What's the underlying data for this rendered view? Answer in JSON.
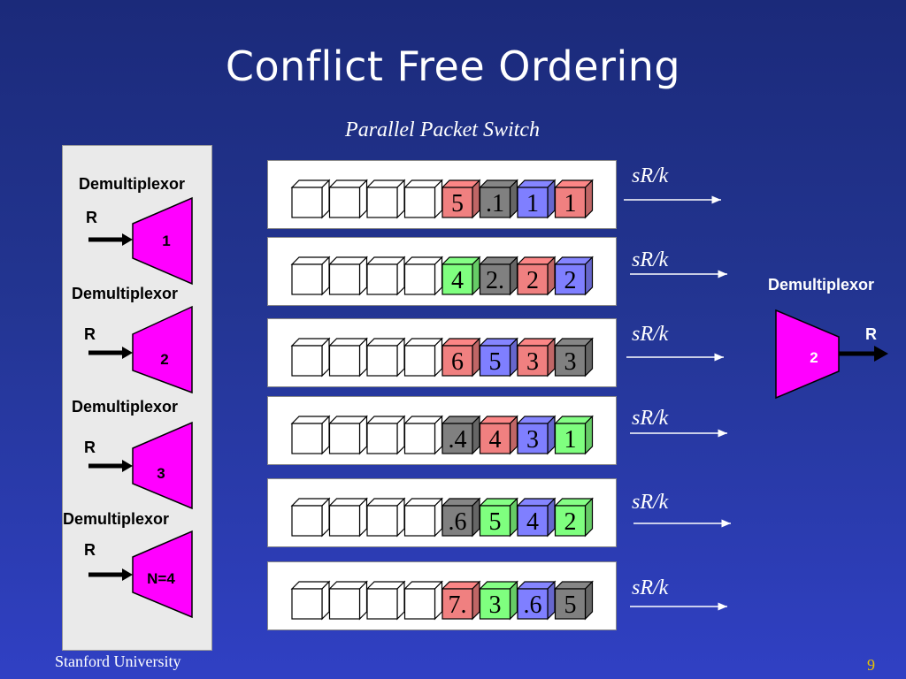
{
  "title": "Conflict Free Ordering",
  "subtitle": "Parallel Packet Switch",
  "footer": {
    "institution": "Stanford University",
    "page_number": "9"
  },
  "input_demux": [
    {
      "label": "Demultiplexor",
      "rate": "R",
      "number": "1"
    },
    {
      "label": "Demultiplexor",
      "rate": "R",
      "number": "2"
    },
    {
      "label": "Demultiplexor",
      "rate": "R",
      "number": "3"
    },
    {
      "label": "Demultiplexor",
      "rate": "R",
      "number": "N=4"
    }
  ],
  "output_demux": {
    "label": "Demultiplexor",
    "rate": "R",
    "number": "2"
  },
  "colors": {
    "red": "#f08080",
    "gray": "#808080",
    "blue": "#7f7fff",
    "green": "#7fff7f",
    "magenta": "#ff00ff"
  },
  "queues": [
    {
      "rate": "sR/k",
      "cells": [
        {
          "text": "5",
          "color": "red"
        },
        {
          "text": ".1",
          "color": "gray"
        },
        {
          "text": "1",
          "color": "blue"
        },
        {
          "text": "1",
          "color": "red"
        }
      ]
    },
    {
      "rate": "sR/k",
      "cells": [
        {
          "text": "4",
          "color": "green"
        },
        {
          "text": "2.",
          "color": "gray"
        },
        {
          "text": "2",
          "color": "red"
        },
        {
          "text": "2",
          "color": "blue"
        }
      ]
    },
    {
      "rate": "sR/k",
      "cells": [
        {
          "text": "6",
          "color": "red"
        },
        {
          "text": "5",
          "color": "blue"
        },
        {
          "text": "3",
          "color": "red"
        },
        {
          "text": "3",
          "color": "gray"
        }
      ]
    },
    {
      "rate": "sR/k",
      "cells": [
        {
          "text": ".4",
          "color": "gray"
        },
        {
          "text": "4",
          "color": "red"
        },
        {
          "text": "3",
          "color": "blue"
        },
        {
          "text": "1",
          "color": "green"
        }
      ]
    },
    {
      "rate": "sR/k",
      "cells": [
        {
          "text": ".6",
          "color": "gray"
        },
        {
          "text": "5",
          "color": "green"
        },
        {
          "text": "4",
          "color": "blue"
        },
        {
          "text": "2",
          "color": "green"
        }
      ]
    },
    {
      "rate": "sR/k",
      "cells": [
        {
          "text": "7.",
          "color": "red"
        },
        {
          "text": "3",
          "color": "green"
        },
        {
          "text": ".6",
          "color": "blue"
        },
        {
          "text": "5",
          "color": "gray"
        }
      ]
    }
  ]
}
